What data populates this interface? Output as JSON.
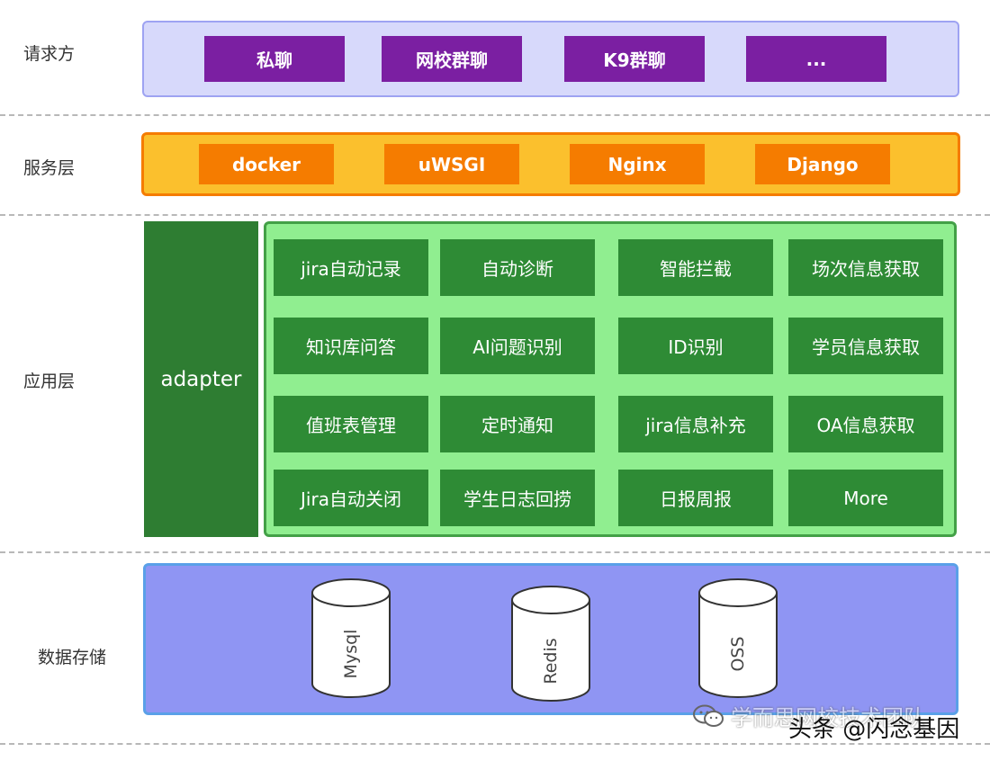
{
  "layers": {
    "request": {
      "label": "请求方",
      "items": [
        "私聊",
        "网校群聊",
        "K9群聊",
        "..."
      ]
    },
    "service": {
      "label": "服务层",
      "items": [
        "docker",
        "uWSGI",
        "Nginx",
        "Django"
      ]
    },
    "application": {
      "label": "应用层",
      "adapter": "adapter",
      "rows": [
        [
          "jira自动记录",
          "自动诊断",
          "智能拦截",
          "场次信息获取"
        ],
        [
          "知识库问答",
          "AI问题识别",
          "ID识别",
          "学员信息获取"
        ],
        [
          "值班表管理",
          "定时通知",
          "jira信息补充",
          "OA信息获取"
        ],
        [
          "Jira自动关闭",
          "学生日志回捞",
          "日报周报",
          "More"
        ]
      ]
    },
    "storage": {
      "label": "数据存储",
      "items": [
        "Mysql",
        "Redis",
        "OSS"
      ]
    }
  },
  "watermark": {
    "icon": "wechat-icon",
    "text": "学而思网校技术团队",
    "overlay": "头条 @闪念基因"
  },
  "colors": {
    "request_box": "#7b1fa2",
    "service_box": "#f57c00",
    "app_box": "#2e8b35",
    "storage_band": "#8f95f3"
  }
}
